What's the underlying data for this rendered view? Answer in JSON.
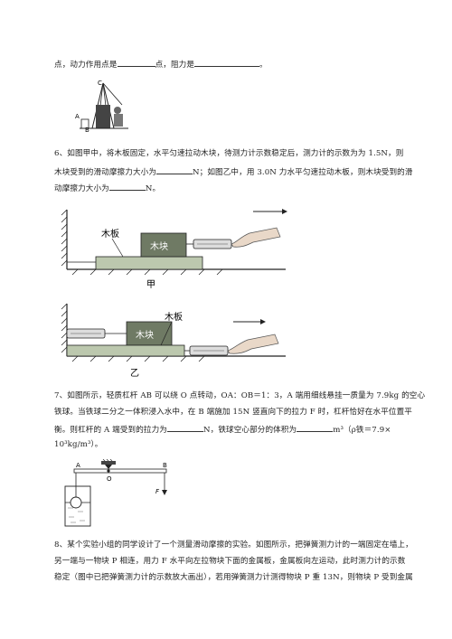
{
  "q5": {
    "tail_a": "点，动力作用点是",
    "tail_b": "点，阻力是",
    "tail_c": "。",
    "fig_labels": [
      "C",
      "A",
      "B"
    ]
  },
  "q6": {
    "line1": "6、如图甲中，将木板固定，水平匀速拉动木块，待测力计示数稳定后，测力计的示数为为 1.5N，则",
    "line2a": "木块受到的滑动摩擦力大小为",
    "line2b": "N；如图乙中，用 3.0N 力水平匀速拉动木板，则木块受到的滑",
    "line3a": "动摩擦力大小为",
    "line3b": "N。",
    "fig_jia": {
      "board": "木板",
      "block": "木块",
      "caption": "甲"
    },
    "fig_yi": {
      "board": "木板",
      "block": "木块",
      "caption": "乙"
    }
  },
  "q7": {
    "line1": "7、如图所示，轻质杠杆 AB 可以绕 O 点转动，OA：OB＝1：3，A 端用细线悬挂一质量为 7.9kg 的空心",
    "line2": "铁球。当铁球二分之一体积浸入水中，在 B 端施加 15N 竖直向下的拉力 F 时，杠杆恰好在水平位置平",
    "line3a": "衡。则杠杆的 A 端受到的拉力为",
    "line3b": "N，铁球空心部分的体积为",
    "line3c": "m³（ρ铁＝7.9×",
    "line4": "10³kg/m³）。",
    "fig_labels": {
      "A": "A",
      "O": "O",
      "B": "B",
      "F": "F"
    }
  },
  "q8": {
    "line1": "8、某个实验小组的同学设计了一个测量滑动摩擦的实验。如图所示，把弹簧测力计的一端固定在墙上，",
    "line2": "另一端与一物块 P 相连，用力 F 水平向左拉物块下面的金属板，金属板向左运动，此时测力计的示数",
    "line3": "稳定（图中已把弹簧测力计的示数放大画出），若用弹簧测力计测得物块 P 重 13N，则物块 P 受到金属"
  }
}
